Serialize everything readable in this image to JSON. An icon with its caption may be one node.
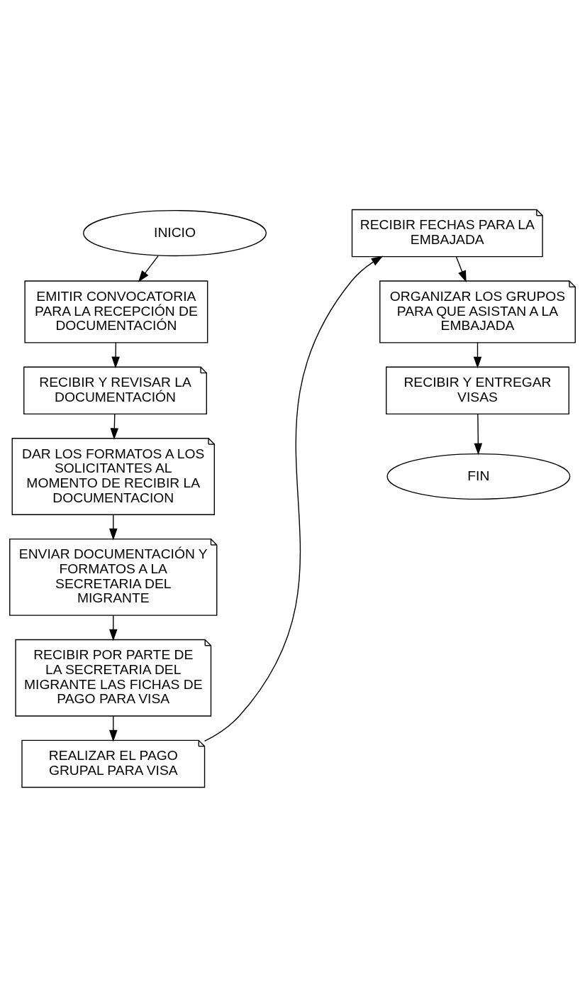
{
  "diagram": {
    "nodes": [
      {
        "text": [
          "INICIO"
        ]
      },
      {
        "text": [
          "EMITIR CONVOCATORIA PARA LA RECEPCIÓN DE DOCUMENTACIÓN"
        ]
      },
      {
        "text": [
          "RECIBIR Y REVISAR LA DOCUMENTACIÓN"
        ]
      },
      {
        "text": [
          "DAR LOS FORMATOS A LOS SOLICITANTES AL MOMENTO DE RECIBIR LA DOCUMENTACION"
        ]
      },
      {
        "text": [
          "ENVIAR DOCUMENTACIÓN Y FORMATOS A LA SECRETARIA DEL MIGRANTE"
        ]
      },
      {
        "text": [
          "RECIBIR POR PARTE DE LA SECRETARIA DEL MIGRANTE LAS FICHAS DE PAGO PARA VISA"
        ]
      },
      {
        "text": [
          "REALIZAR EL PAGO GRUPAL PARA VISA"
        ]
      },
      {
        "text": [
          "RECIBIR FECHAS PARA LA EMBAJADA"
        ]
      },
      {
        "text": [
          "ORGANIZAR LOS GRUPOS PARA QUE ASISTAN A LA EMBAJADA"
        ]
      },
      {
        "text": [
          "RECIBIR Y ENTREGAR VISAS"
        ]
      },
      {
        "text": [
          "FIN"
        ]
      }
    ],
    "edges": [
      {
        "from": 0,
        "to": 1,
        "arrow": "to"
      },
      {
        "from": 1,
        "to": 2,
        "arrow": "to"
      },
      {
        "from": 2,
        "to": 3,
        "arrow": "to"
      },
      {
        "from": 3,
        "to": 4,
        "arrow": "to"
      },
      {
        "from": 4,
        "to": 5,
        "arrow": "to"
      },
      {
        "from": 5,
        "to": 6,
        "arrow": "to"
      },
      {
        "from": 6,
        "to": 7,
        "arrow": "to"
      },
      {
        "from": 7,
        "to": 8,
        "arrow": "to"
      },
      {
        "from": 8,
        "to": 9,
        "arrow": "to"
      },
      {
        "from": 9,
        "to": 10,
        "arrow": "to"
      }
    ]
  }
}
